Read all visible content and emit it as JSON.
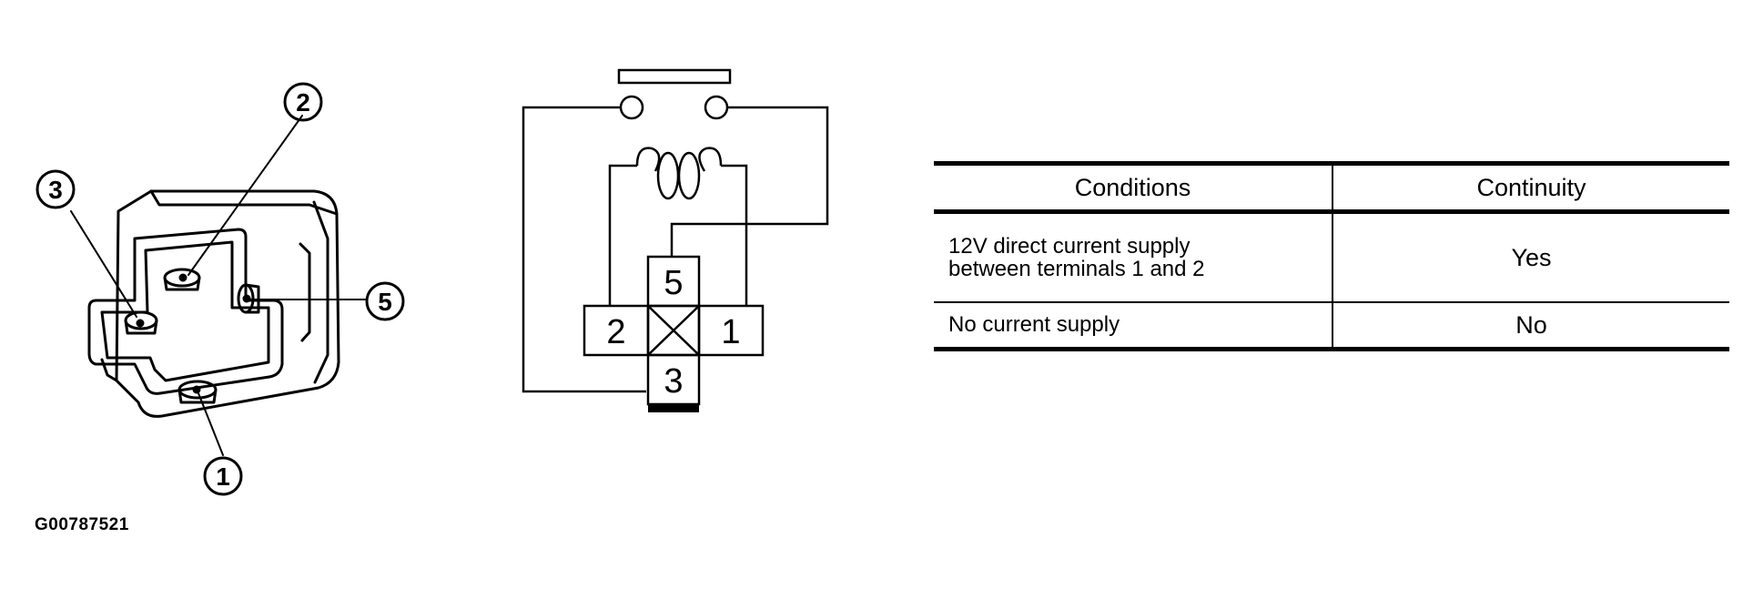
{
  "callouts": [
    "1",
    "2",
    "3",
    "5"
  ],
  "schematic": {
    "terminals": [
      "1",
      "2",
      "3",
      "5"
    ]
  },
  "table": {
    "headers": [
      "Conditions",
      "Continuity"
    ],
    "rows": [
      {
        "condition_line1": "12V direct current supply",
        "condition_line2": "between terminals 1 and 2",
        "continuity": "Yes"
      },
      {
        "condition_line1": "No current supply",
        "continuity": "No"
      }
    ]
  },
  "figure_id": "G00787521"
}
